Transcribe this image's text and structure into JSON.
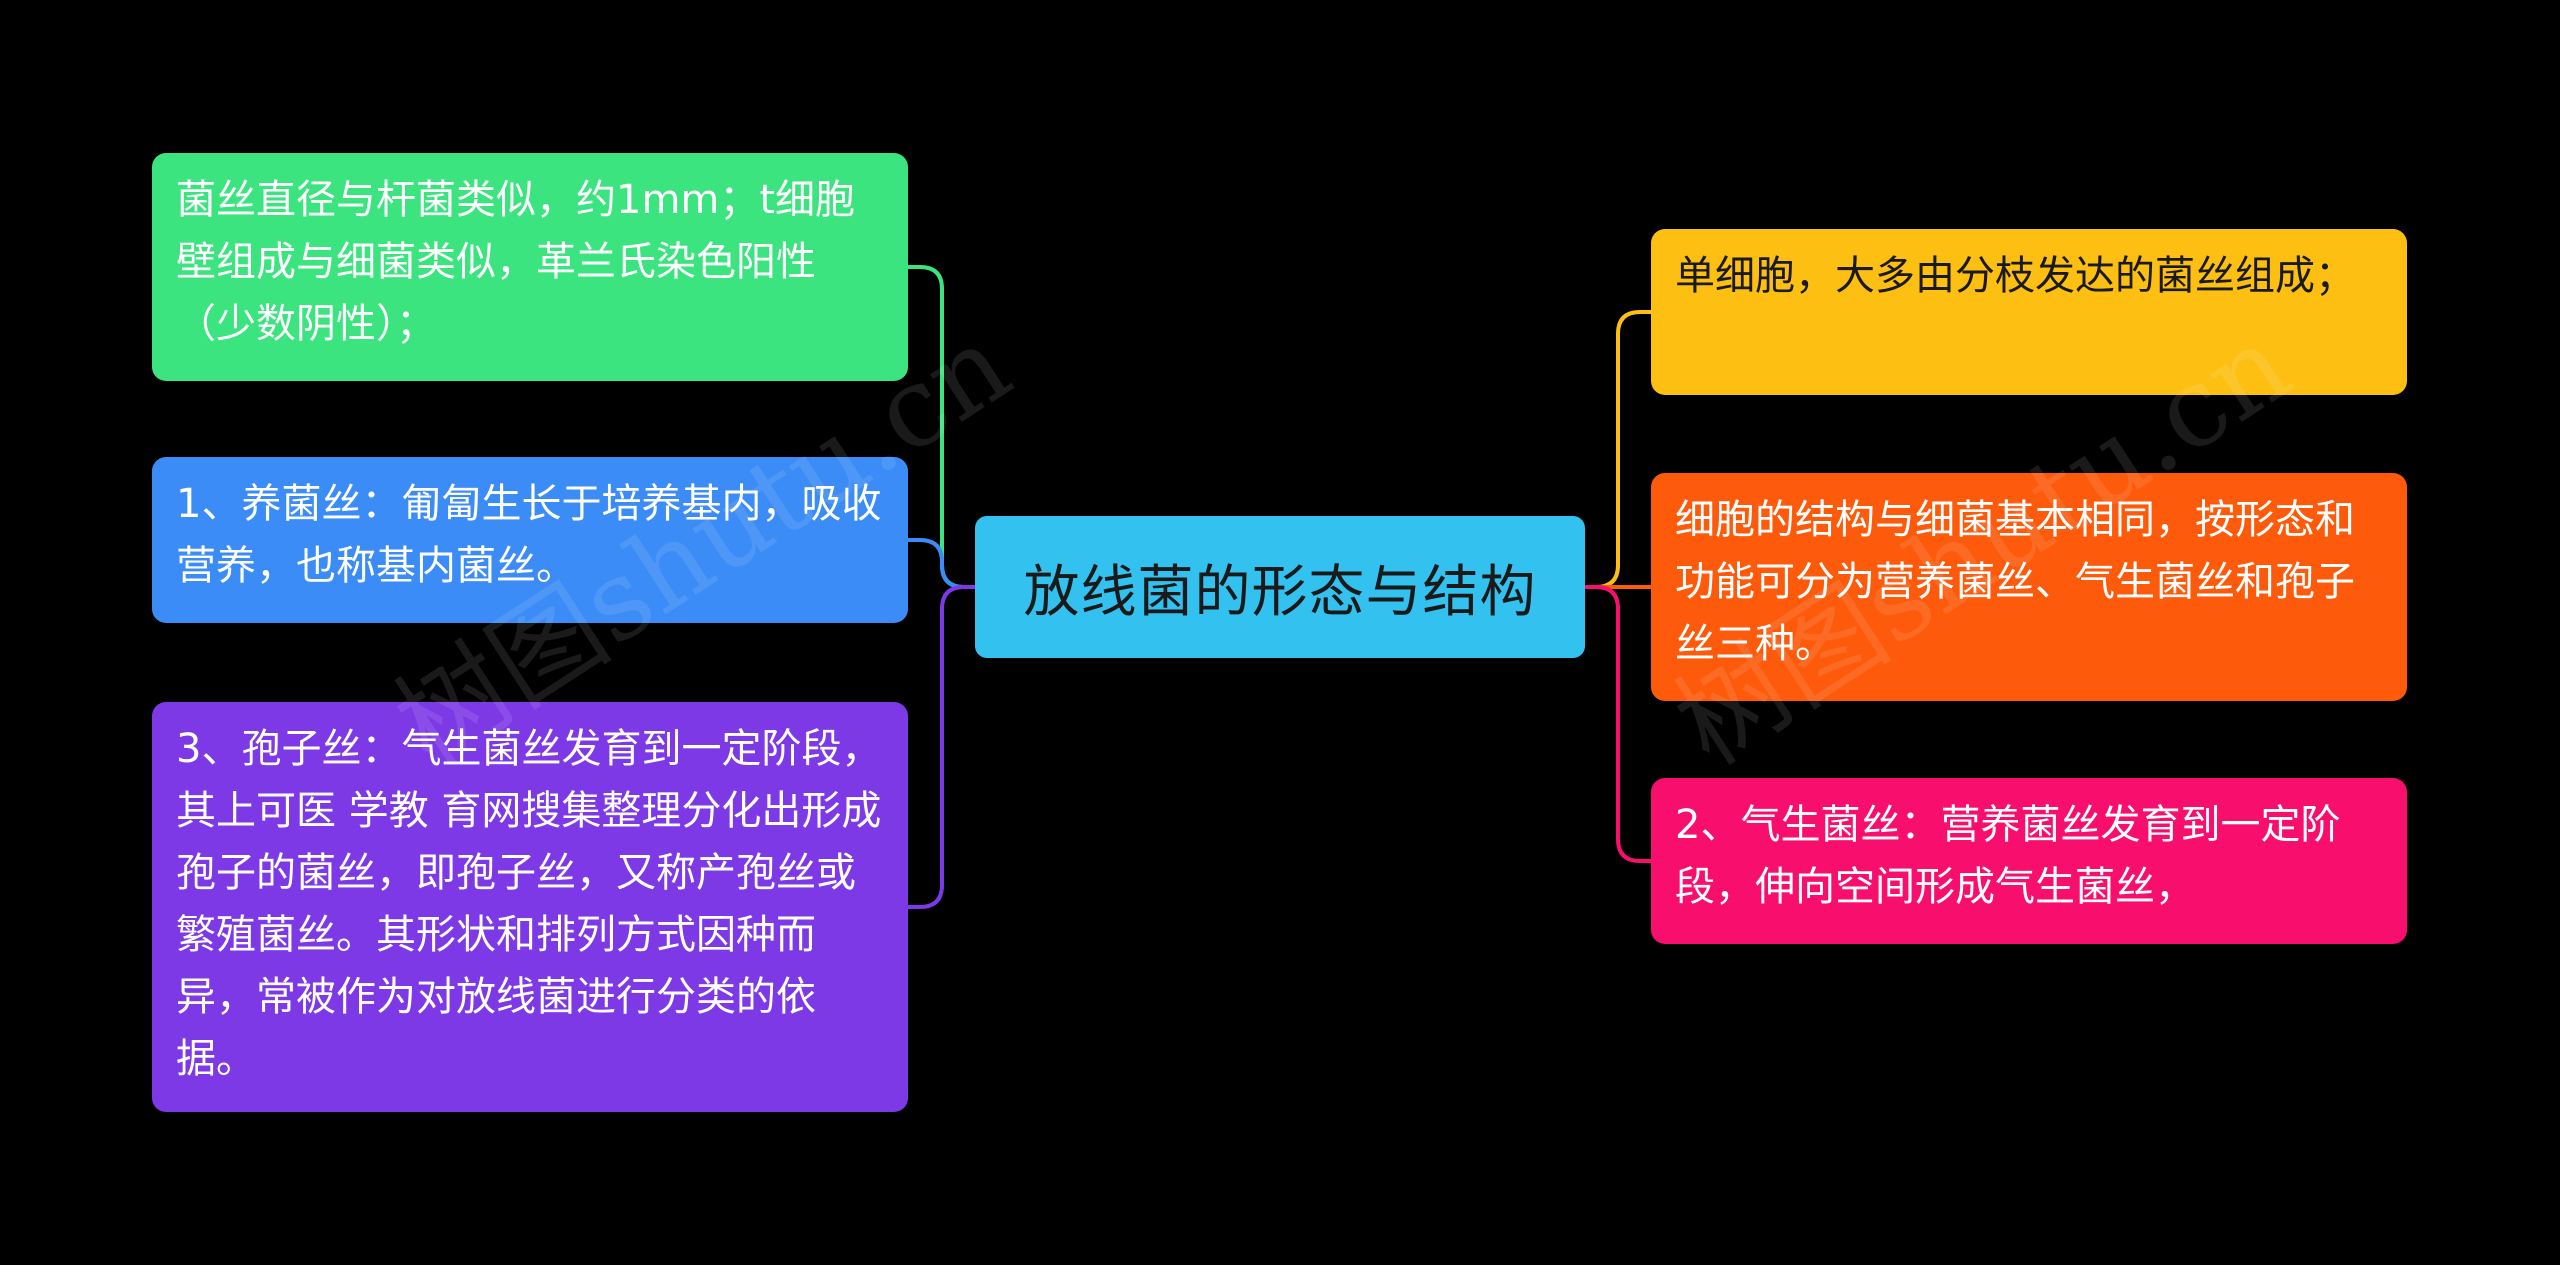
{
  "center": {
    "label": "放线菌的形态与结构",
    "color": "#33c2f0"
  },
  "left_nodes": [
    {
      "text": "菌丝直径与杆菌类似，约1mm；t细胞壁组成与细菌类似，革兰氏染色阳性（少数阴性）；",
      "color": "#3be47f",
      "line": "#3be47f"
    },
    {
      "text": "1、养菌丝：匍匐生长于培养基内，吸收营养，也称基内菌丝。",
      "color": "#3c8cf7",
      "line": "#3c8cf7"
    },
    {
      "text": "3、孢子丝：气生菌丝发育到一定阶段，其上可医 学教 育网搜集整理分化出形成孢子的菌丝，即孢子丝，又称产孢丝或繁殖菌丝。其形状和排列方式因种而异，常被作为对放线菌进行分类的依据。",
      "color": "#7d39e6",
      "line": "#7d39e6"
    }
  ],
  "right_nodes": [
    {
      "text": "单细胞，大多由分枝发达的菌丝组成；",
      "color": "#fcbf12",
      "line": "#fcbf12"
    },
    {
      "text": "细胞的结构与细菌基本相同，按形态和功能可分为营养菌丝、气生菌丝和孢子丝三种。",
      "color": "#fd5a0b",
      "line": "#fd5a0b"
    },
    {
      "text": "2、气生菌丝：营养菌丝发育到一定阶段，伸向空间形成气生菌丝，",
      "color": "#f80f6e",
      "line": "#f80f6e"
    }
  ],
  "watermarks": [
    "树图shutu.cn",
    "树图shutu.cn"
  ]
}
